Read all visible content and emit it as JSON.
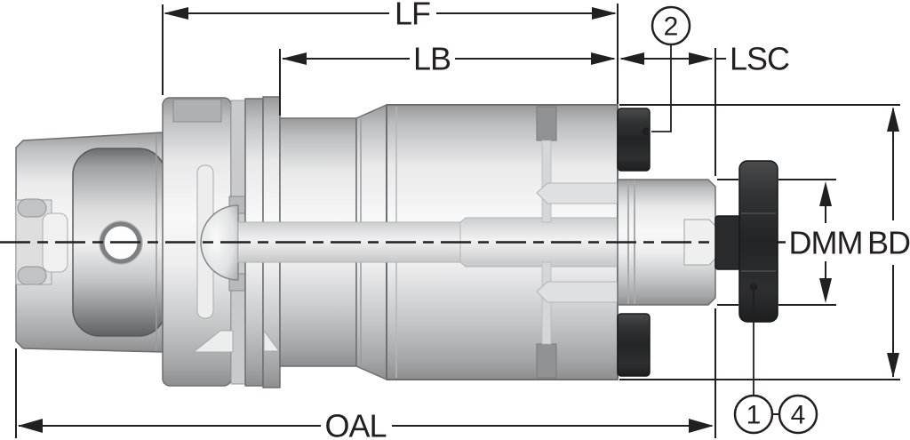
{
  "drawing": {
    "title": "tool-holder-dimension-drawing",
    "dimension_labels": {
      "lf": "LF",
      "lb": "LB",
      "lsc": "LSC",
      "oal": "OAL",
      "dmm": "DMM",
      "bd": "BD"
    },
    "balloon_labels": {
      "b1": "1",
      "b2": "2",
      "b4": "4"
    },
    "colors": {
      "dimension_line": "#231f20",
      "part_outline": "#6d6e70",
      "dark_component": "#242527",
      "body_light": "#f6f6f7",
      "body_dark": "#9b9d9f",
      "background": "#ffffff"
    }
  }
}
